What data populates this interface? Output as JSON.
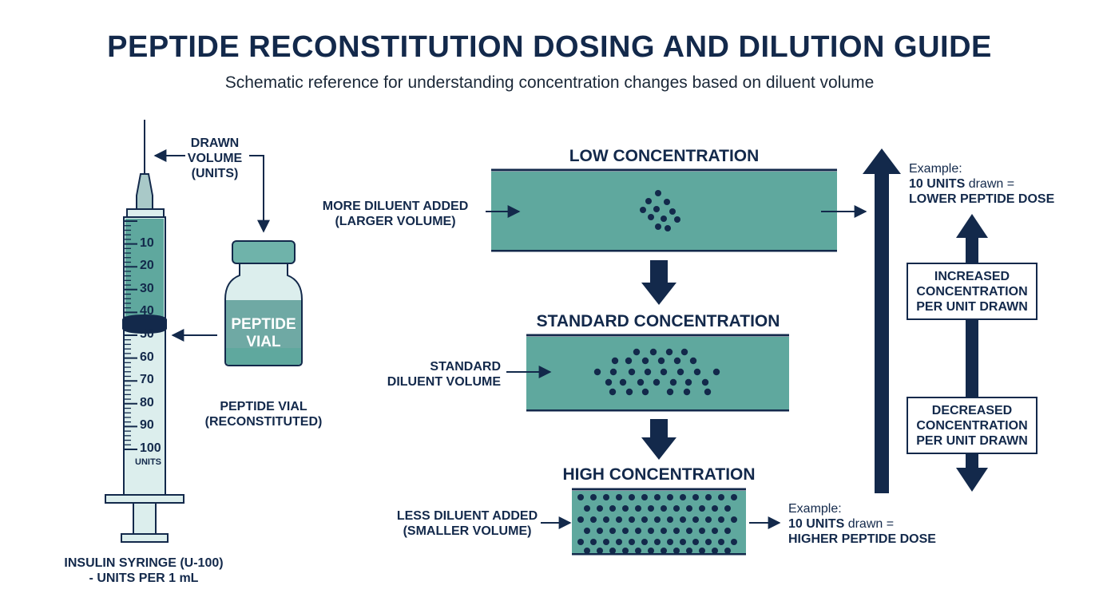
{
  "header": {
    "title": "PEPTIDE RECONSTITUTION DOSING AND DILUTION GUIDE",
    "subtitle": "Schematic reference for understanding concentration changes based on diluent volume"
  },
  "syringe": {
    "drawn_volume_label": [
      "DRAWN",
      "VOLUME",
      "(UNITS)"
    ],
    "tick_labels": [
      "10",
      "20",
      "30",
      "40",
      "50",
      "60",
      "70",
      "80",
      "90",
      "100"
    ],
    "units_label": "UNITS",
    "caption": [
      "INSULIN SYRINGE (U-100)",
      "- UNITS PER 1 mL"
    ]
  },
  "vial": {
    "body_text": [
      "PEPTIDE",
      "VIAL"
    ],
    "caption": [
      "PEPTIDE VIAL",
      "(RECONSTITUTED)"
    ]
  },
  "bands": {
    "low": {
      "title": "LOW CONCENTRATION",
      "input_label": [
        "MORE DILUENT ADDED",
        "(LARGER VOLUME)"
      ]
    },
    "standard": {
      "title": "STANDARD CONCENTRATION",
      "input_label": [
        "STANDARD",
        "DILUENT VOLUME"
      ]
    },
    "high": {
      "title": "HIGH CONCENTRATION",
      "input_label": [
        "LESS DILUENT ADDED",
        "(SMALLER VOLUME)"
      ]
    }
  },
  "examples": {
    "low": {
      "line1": "Example:",
      "units": "10 UNITS",
      "drawn": " drawn =",
      "line3": "LOWER PEPTIDE DOSE"
    },
    "high": {
      "line1": "Example:",
      "units": "10 UNITS",
      "drawn": " drawn =",
      "line3": "HIGHER PEPTIDE DOSE"
    }
  },
  "scale_boxes": {
    "increased": [
      "INCREASED",
      "CONCENTRATION",
      "PER UNIT DRAWN"
    ],
    "decreased": [
      "DECREASED",
      "CONCENTRATION",
      "PER UNIT DRAWN"
    ]
  },
  "colors": {
    "navy": "#13294b",
    "teal": "#5fa89e",
    "teal_light": "#dceeed",
    "teal_mid": "#6fb3aa",
    "dot": "#13294b"
  }
}
